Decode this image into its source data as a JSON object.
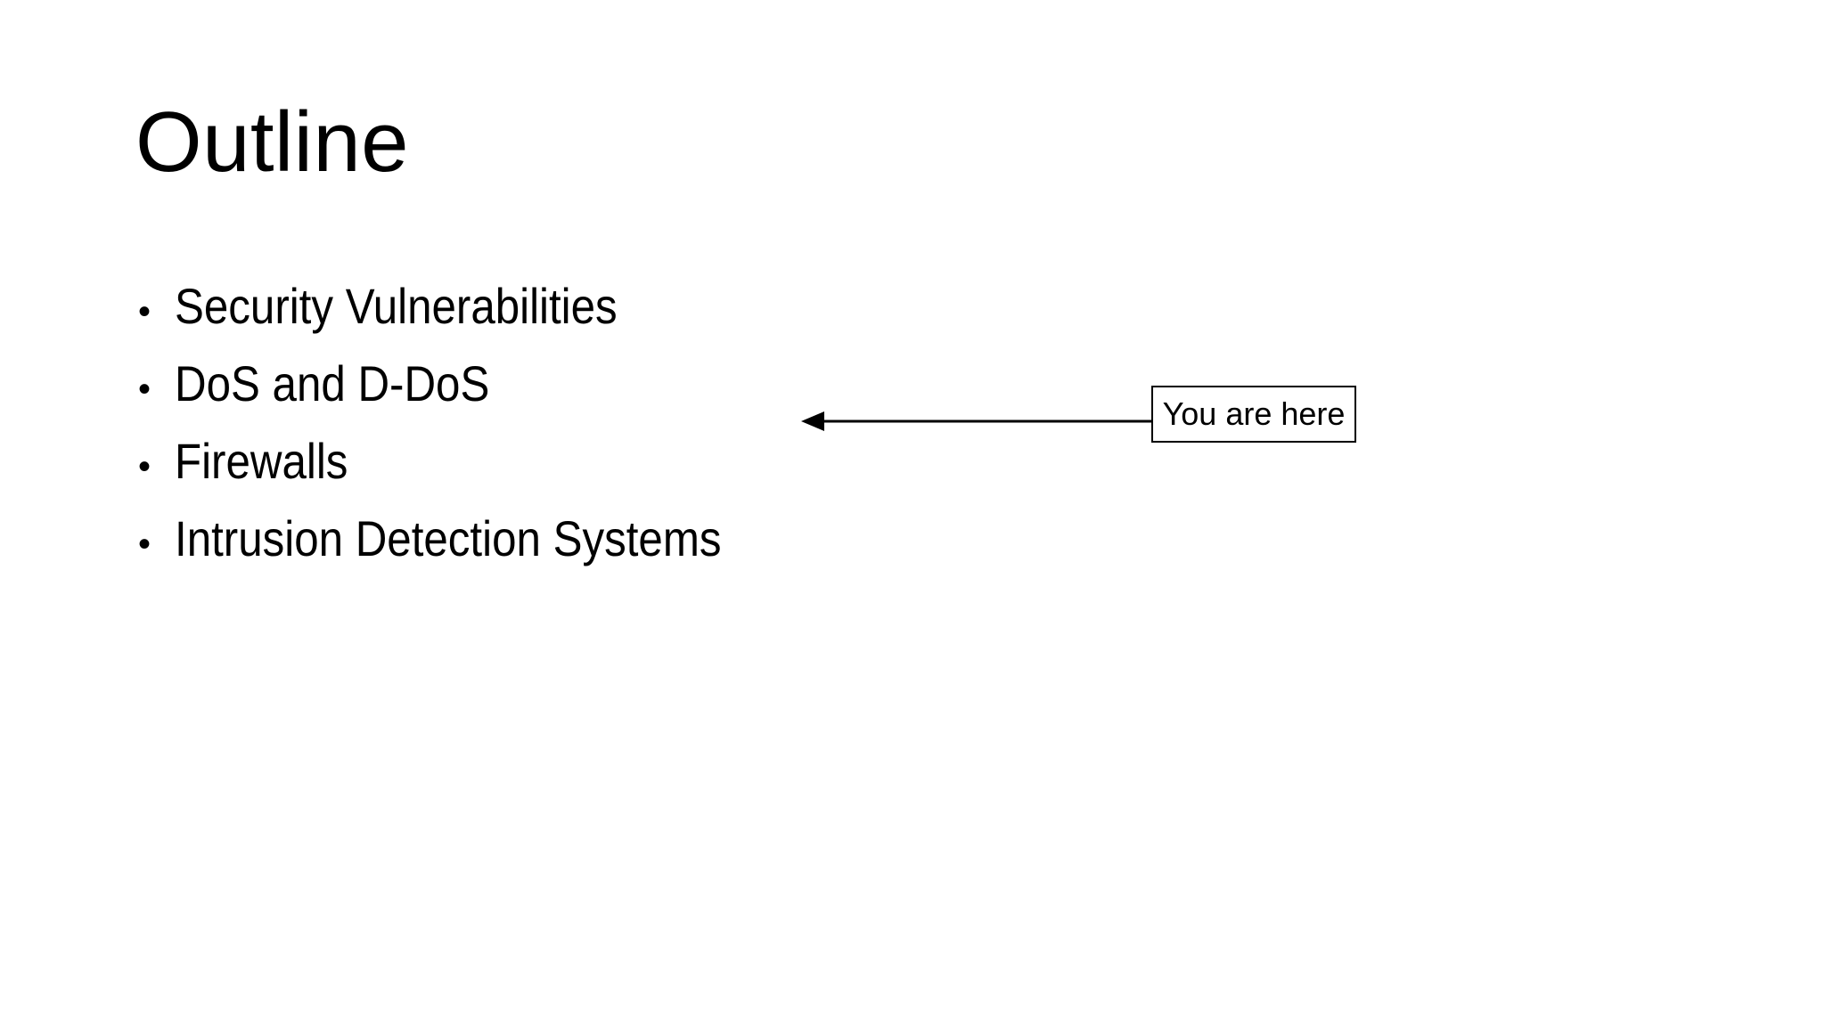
{
  "slide": {
    "background_color": "#ffffff",
    "text_color": "#000000",
    "title": "Outline",
    "bullets": [
      {
        "marker": "•",
        "text": "Security Vulnerabilities"
      },
      {
        "marker": "•",
        "text": "DoS and D-DoS"
      },
      {
        "marker": "•",
        "text": "Firewalls"
      },
      {
        "marker": "•",
        "text": "Intrusion Detection Systems"
      }
    ],
    "callout": {
      "label": "You are here",
      "border_color": "#000000",
      "fill_color": "#ffffff",
      "arrow_color": "#000000",
      "arrow_direction": "left"
    }
  }
}
